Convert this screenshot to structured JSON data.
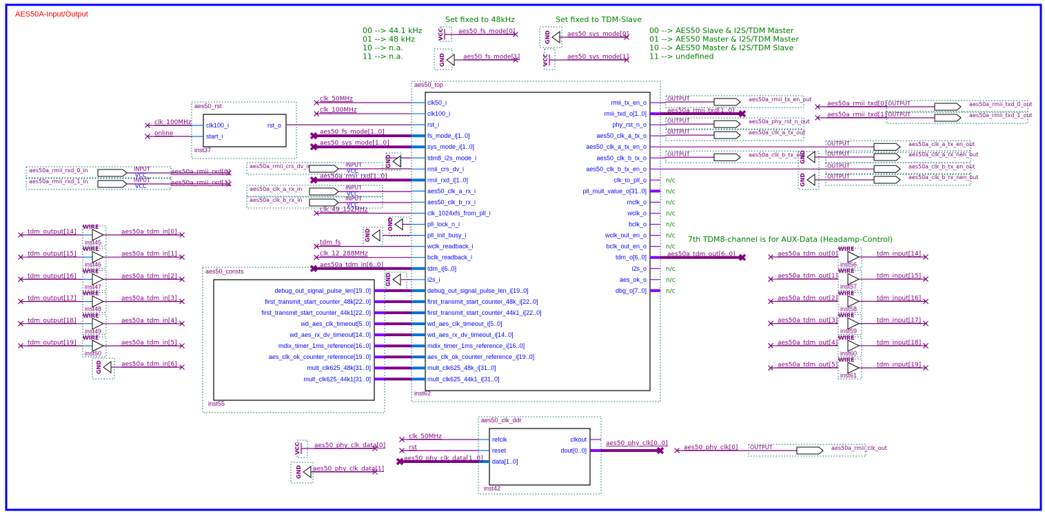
{
  "sheet": {
    "title": "AES50A-Input/Output",
    "border_color": "#0000ff",
    "title_color": "#ff0000",
    "note_color": "#008000",
    "wire_color": "#800080"
  },
  "notes": {
    "fs_header": "Set fixed to 48kHz",
    "sys_header": "Set fixed to TDM-Slave",
    "fs_modes": [
      "00 --> 44.1 kHz",
      "01 --> 48 kHz",
      "10 --> n.a.",
      "11 --> n.a."
    ],
    "sys_modes": [
      "00 --> AES50 Slave & I2S/TDM Master",
      "01 --> AES50 Master & I2S/TDM Master",
      "10 --> AES50 Master & I2S/TDM Slave",
      "11 --> undefined"
    ],
    "aux": "7th TDM8-channel is for AUX-Data (Headamp-Control)"
  },
  "power": {
    "vcc": "VCC",
    "gnd": "GND",
    "wire": "WIRE",
    "input": "INPUT",
    "output": "OUTPUT"
  },
  "mode_nets": {
    "fs0": "aes50_fs_mode[0]",
    "fs1": "aes50_fs_mode[1]",
    "sys0": "aes50_sys_mode[0]",
    "sys1": "aes50_sys_mode[1]"
  },
  "rst_block": {
    "name": "aes50_rst",
    "inst": "inst37",
    "inputs": [
      "clk100_i",
      "start_i"
    ],
    "outputs": [
      "rst_o"
    ],
    "in_nets": [
      "clk_100MHz",
      "online"
    ]
  },
  "top_block": {
    "name": "aes50_top",
    "inst": "inst62",
    "inputs": [
      "clk50_i",
      "clk100_i",
      "rst_i",
      "fs_mode_i[1..0]",
      "sys_mode_i[1..0]",
      "tdm8_i2s_mode_i",
      "rmii_crs_dv_i",
      "rmii_rxd_i[1..0]",
      "aes50_clk_a_rx_i",
      "aes50_clk_b_rx_i",
      "clk_1024xfs_from_pll_i",
      "pll_lock_n_i",
      "pll_init_busy_i",
      "wclk_readback_i",
      "bclk_readback_i",
      "tdm_i[6..0]",
      "i2s_i",
      "debug_out_signal_pulse_len_i[19..0]",
      "first_transmit_start_counter_48k_i[22..0]",
      "first_transmit_start_counter_44k1_i[22..0]",
      "wd_aes_clk_timeout_i[5..0]",
      "wd_aes_rx_dv_timeout_i[14..0]",
      "mdix_timer_1ms_reference_i[16..0]",
      "aes_clk_ok_counter_reference_i[19..0]",
      "mult_clk625_48k_i[31..0]",
      "mult_clk625_44k1_i[31..0]"
    ],
    "outputs": [
      "rmii_tx_en_o",
      "rmii_txd_o[1..0]",
      "phy_rst_n_o",
      "aes50_clk_a_tx_o",
      "aes50_clk_a_tx_en_o",
      "aes50_clk_b_tx_o",
      "aes50_clk_b_tx_en_o",
      "clk_to_pll_o",
      "pll_mult_value_o[31..0]",
      "mclk_o",
      "wclk_o",
      "bclk_o",
      "wclk_out_en_o",
      "bclk_out_en_o",
      "tdm_o[6..0]",
      "i2s_o",
      "aes_ok_o",
      "dbg_o[7..0]"
    ],
    "in_nets": {
      "clk50": "clk_50MHz",
      "clk100": "clk_100MHz",
      "fs": "aes50_fs_mode[1..0]",
      "sys": "aes50_sys_mode[1..0]",
      "rxd": "aes50a_rmii_rxd[1..0]",
      "pll": "clk_49_152MHz",
      "wclk": "tdm_fs",
      "bclk": "clk_12_288MHz",
      "tdm": "aes50a_tdm_in[6..0]"
    },
    "out_nets": {
      "txd": "aes50a_rmii_txd[1..0]",
      "tdm": "aes50a_tdm_out[6..0]"
    },
    "nc": "n/c"
  },
  "consts_block": {
    "name": "aes50_consts",
    "inst": "inst55",
    "outputs": [
      "debug_out_signal_pulse_len[19..0]",
      "first_transmit_start_counter_48k[22..0]",
      "first_transmit_start_counter_44k1[22..0]",
      "wd_aes_clk_timeout[5..0]",
      "wd_aes_rx_dv_timeout[14..0]",
      "mdix_timer_1ms_reference[16..0]",
      "aes_clk_ok_counter_reference[19..0]",
      "mult_clk625_48k[31..0]",
      "mult_clk625_44k1[31..0]"
    ]
  },
  "ddr_block": {
    "name": "aes50_clk_ddr",
    "inst": "inst42",
    "inputs": [
      "refclk",
      "reset",
      "data[1..0]"
    ],
    "outputs": [
      "clkout",
      "dout[0..0]"
    ],
    "in_nets": [
      "clk_50MHz",
      "rst",
      "aes50_phy_clk_data[1..0]"
    ],
    "out_net": "aes50_phy_clk[0..0]",
    "const_nets": [
      "aes50_phy_clk_data[0]",
      "aes50_phy_clk_data[1]"
    ]
  },
  "input_pins": [
    {
      "name": "aes50a_rmii_rxd_0_in",
      "net": "aes50a_rmii_rxd[0]"
    },
    {
      "name": "aes50a_rmii_rxd_1_in",
      "net": "aes50a_rmii_rxd[1]"
    },
    {
      "name": "aes50a_rmii_crs_dv_in",
      "net": ""
    },
    {
      "name": "aes50a_clk_a_rx_in",
      "net": ""
    },
    {
      "name": "aes50a_clk_b_rx_in",
      "net": ""
    }
  ],
  "output_pins": [
    {
      "name": "aes50a_rmii_tx_en_out",
      "net": ""
    },
    {
      "name": "aes50a_phy_rst_n_out",
      "net": ""
    },
    {
      "name": "aes50a_clk_a_tx_out",
      "net": ""
    },
    {
      "name": "aes50a_clk_b_tx_out",
      "net": ""
    },
    {
      "name": "aes50a_rmii_txd_0_out",
      "net": "aes50a_rmii_txd[0]"
    },
    {
      "name": "aes50a_rmii_txd_1_out",
      "net": "aes50a_rmii_txd[1]"
    },
    {
      "name": "aes50a_clk_a_tx_en_out",
      "net": ""
    },
    {
      "name": "aes50a_clk_a_rx_nen_out",
      "net": ""
    },
    {
      "name": "aes50a_clk_b_tx_en_out",
      "net": ""
    },
    {
      "name": "aes50a_clk_b_rx_nen_out",
      "net": ""
    },
    {
      "name": "aes50a_rmii_clk_out",
      "net": "aes50_phy_clk[0]"
    }
  ],
  "wires_left": [
    {
      "in": "tdm_output[14]",
      "out": "aes50a_tdm_in[0]",
      "inst": "inst45"
    },
    {
      "in": "tdm_output[15]",
      "out": "aes50a_tdm_in[1]",
      "inst": "inst46"
    },
    {
      "in": "tdm_output[16]",
      "out": "aes50a_tdm_in[2]",
      "inst": "inst47"
    },
    {
      "in": "tdm_output[17]",
      "out": "aes50a_tdm_in[3]",
      "inst": "inst48"
    },
    {
      "in": "tdm_output[18]",
      "out": "aes50a_tdm_in[4]",
      "inst": "inst49"
    },
    {
      "in": "tdm_output[19]",
      "out": "aes50a_tdm_in[5]",
      "inst": "inst50"
    }
  ],
  "tdm_in_gnd_net": "aes50a_tdm_in[6]",
  "wires_right": [
    {
      "in": "aes50a_tdm_out[0]",
      "out": "tdm_input[14]",
      "inst": "inst56"
    },
    {
      "in": "aes50a_tdm_out[1]",
      "out": "tdm_input[15]",
      "inst": "inst57"
    },
    {
      "in": "aes50a_tdm_out[2]",
      "out": "tdm_input[16]",
      "inst": "inst58"
    },
    {
      "in": "aes50a_tdm_out[3]",
      "out": "tdm_input[17]",
      "inst": "inst59"
    },
    {
      "in": "aes50a_tdm_out[4]",
      "out": "tdm_input[18]",
      "inst": "inst60"
    },
    {
      "in": "aes50a_tdm_out[5]",
      "out": "tdm_input[19]",
      "inst": "inst61"
    }
  ]
}
